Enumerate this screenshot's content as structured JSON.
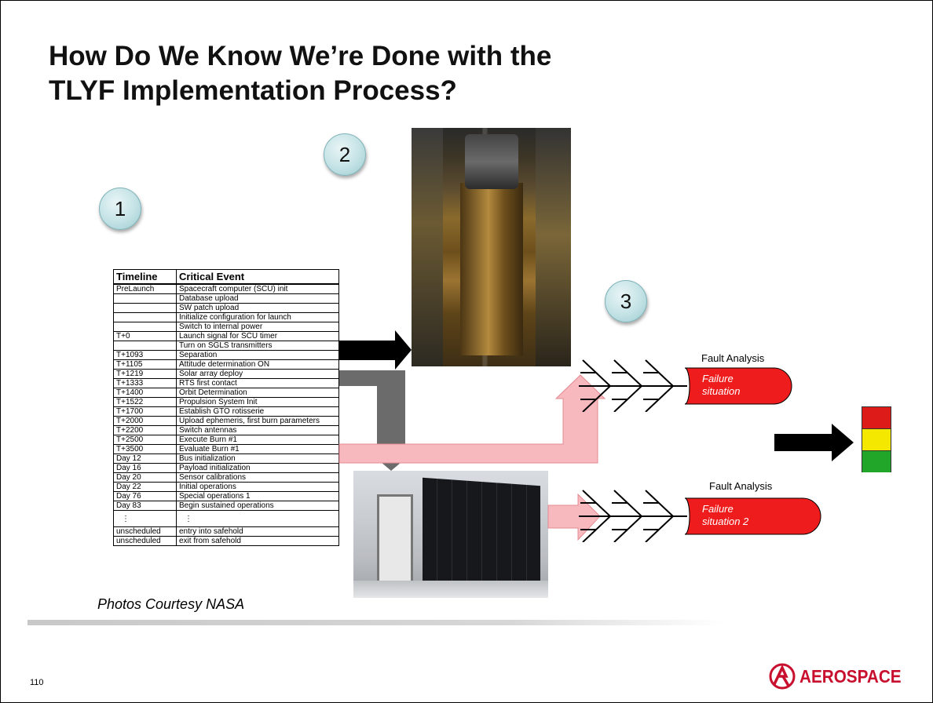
{
  "title": {
    "line1": "How Do We Know We’re Done with the",
    "line2": "TLYF Implementation Process?"
  },
  "steps": [
    "1",
    "2",
    "3"
  ],
  "timeline_table": {
    "headers": [
      "Timeline",
      "Critical Event"
    ],
    "rows": [
      [
        "PreLaunch",
        "Spacecraft computer (SCU) init"
      ],
      [
        "",
        "Database upload"
      ],
      [
        "",
        "SW patch upload"
      ],
      [
        "",
        "Initialize configuration for launch"
      ],
      [
        "",
        "Switch to internal power"
      ],
      [
        "T+0",
        "Launch signal for SCU timer"
      ],
      [
        "",
        "Turn on SGLS transmitters"
      ],
      [
        "T+1093",
        "Separation"
      ],
      [
        "T+1105",
        "Attitude determination ON"
      ],
      [
        "T+1219",
        "Solar array deploy"
      ],
      [
        "T+1333",
        "RTS first contact"
      ],
      [
        "T+1400",
        "Orbit Determination"
      ],
      [
        "T+1522",
        "Propulsion System Init"
      ],
      [
        "T+1700",
        "Establish GTO rotisserie"
      ],
      [
        "T+2000",
        "Upload ephemeris, first burn parameters"
      ],
      [
        "T+2200",
        "Switch antennas"
      ],
      [
        "T+2500",
        "Execute Burn #1"
      ],
      [
        "T+3500",
        "Evaluate Burn #1"
      ],
      [
        "Day 12",
        "Bus initialization"
      ],
      [
        "Day 16",
        "Payload initialization"
      ],
      [
        "Day 20",
        "Sensor calibrations"
      ],
      [
        "Day 22",
        "Initial operations"
      ],
      [
        "Day 76",
        "Special operations 1"
      ],
      [
        "Day 83",
        "Begin sustained operations"
      ],
      [
        "⋮",
        "⋮"
      ],
      [
        "unscheduled",
        "entry into safehold"
      ],
      [
        "unscheduled",
        "exit from safehold"
      ]
    ]
  },
  "fault_analysis": [
    {
      "label": "Fault Analysis",
      "failure": [
        "Failure",
        "situation"
      ]
    },
    {
      "label": "Fault Analysis",
      "failure": [
        "Failure",
        "situation 2"
      ]
    }
  ],
  "traffic_light": {
    "colors": [
      "#dd1c1a",
      "#f5e800",
      "#22a629"
    ]
  },
  "colors": {
    "failure_fill": "#ee1c1c",
    "pink_arrow": "#f7b9bd",
    "gray_arrow": "#6b6b6b",
    "black_arrow": "#000000",
    "logo_red": "#c8102e"
  },
  "caption": "Photos Courtesy NASA",
  "page_number": "110",
  "logo": {
    "text": "AEROSPACE",
    "icon": "aerospace-logo-icon"
  }
}
